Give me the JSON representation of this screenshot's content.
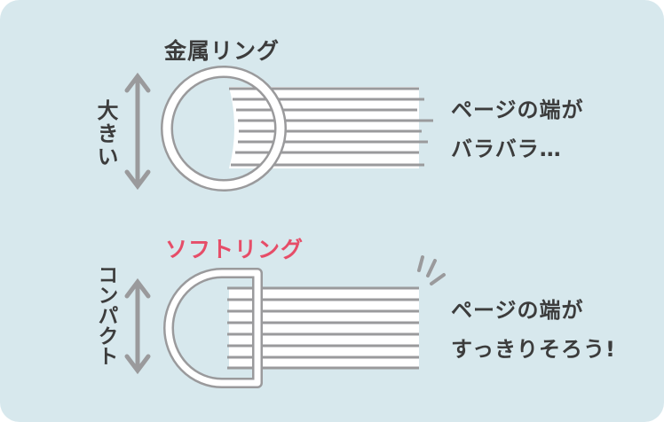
{
  "metal": {
    "title": "金属リング",
    "size_label": "大きい",
    "desc_line1": "ページの端が",
    "desc_line2": "バラバラ…"
  },
  "soft": {
    "title": "ソフトリング",
    "size_label": "コンパクト",
    "desc_line1": "ページの端が",
    "desc_line2": "すっきりそろう!"
  },
  "colors": {
    "background": "#d7e8ed",
    "accent": "#e64d68",
    "line": "#9a9a9c",
    "text": "#3c3c3c"
  }
}
